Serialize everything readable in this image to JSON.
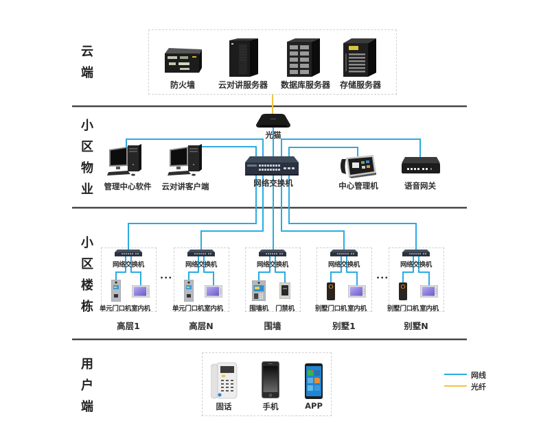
{
  "sections": [
    {
      "label": "云端"
    },
    {
      "label": "小区物业"
    },
    {
      "label": "小区楼栋"
    },
    {
      "label": "用户端"
    }
  ],
  "cloud": {
    "items": [
      {
        "label": "防火墙",
        "icon": "firewall-icon"
      },
      {
        "label": "云对讲服务器",
        "icon": "tower-server-icon"
      },
      {
        "label": "数据库服务器",
        "icon": "rack-server-icon"
      },
      {
        "label": "存储服务器",
        "icon": "storage-server-icon"
      }
    ]
  },
  "property": {
    "optical_modem": {
      "label": "光猫",
      "icon": "optical-modem-icon"
    },
    "core_switch": {
      "label": "网络交换机",
      "icon": "network-switch-icon"
    },
    "items": [
      {
        "label": "管理中心软件",
        "icon": "desktop-pc-icon"
      },
      {
        "label": "云对讲客户端",
        "icon": "desktop-pc-icon"
      },
      {
        "label": "中心管理机",
        "icon": "management-terminal-icon"
      },
      {
        "label": "语音网关",
        "icon": "voice-gateway-icon"
      }
    ]
  },
  "buildings": [
    {
      "name": "高层1",
      "switch_label": "网络交换机",
      "devices": [
        {
          "label": "单元门口机",
          "icon": "unit-door-station-icon"
        },
        {
          "label": "室内机",
          "icon": "indoor-monitor-icon"
        }
      ]
    },
    {
      "name": "高层N",
      "switch_label": "网络交换机",
      "devices": [
        {
          "label": "单元门口机",
          "icon": "unit-door-station-icon"
        },
        {
          "label": "室内机",
          "icon": "indoor-monitor-icon"
        }
      ]
    },
    {
      "name": "围墙",
      "switch_label": "网络交换机",
      "devices": [
        {
          "label": "围墙机",
          "icon": "wall-station-icon"
        },
        {
          "label": "门禁机",
          "icon": "access-control-icon"
        }
      ]
    },
    {
      "name": "别墅1",
      "switch_label": "网络交换机",
      "devices": [
        {
          "label": "别墅门口机",
          "icon": "villa-door-station-icon"
        },
        {
          "label": "室内机",
          "icon": "indoor-monitor-icon"
        }
      ]
    },
    {
      "name": "别墅N",
      "switch_label": "网络交换机",
      "devices": [
        {
          "label": "别墅门口机",
          "icon": "villa-door-station-icon"
        },
        {
          "label": "室内机",
          "icon": "indoor-monitor-icon"
        }
      ]
    }
  ],
  "ellipsis": "•••",
  "user": {
    "items": [
      {
        "label": "固话",
        "icon": "landline-phone-icon"
      },
      {
        "label": "手机",
        "icon": "mobile-phone-icon"
      },
      {
        "label": "APP",
        "icon": "app-phone-icon"
      }
    ]
  },
  "legend": [
    {
      "label": "网线",
      "color": "#29abe2"
    },
    {
      "label": "光纤",
      "color": "#f5c243"
    }
  ],
  "colors": {
    "divider": "#444444"
  }
}
